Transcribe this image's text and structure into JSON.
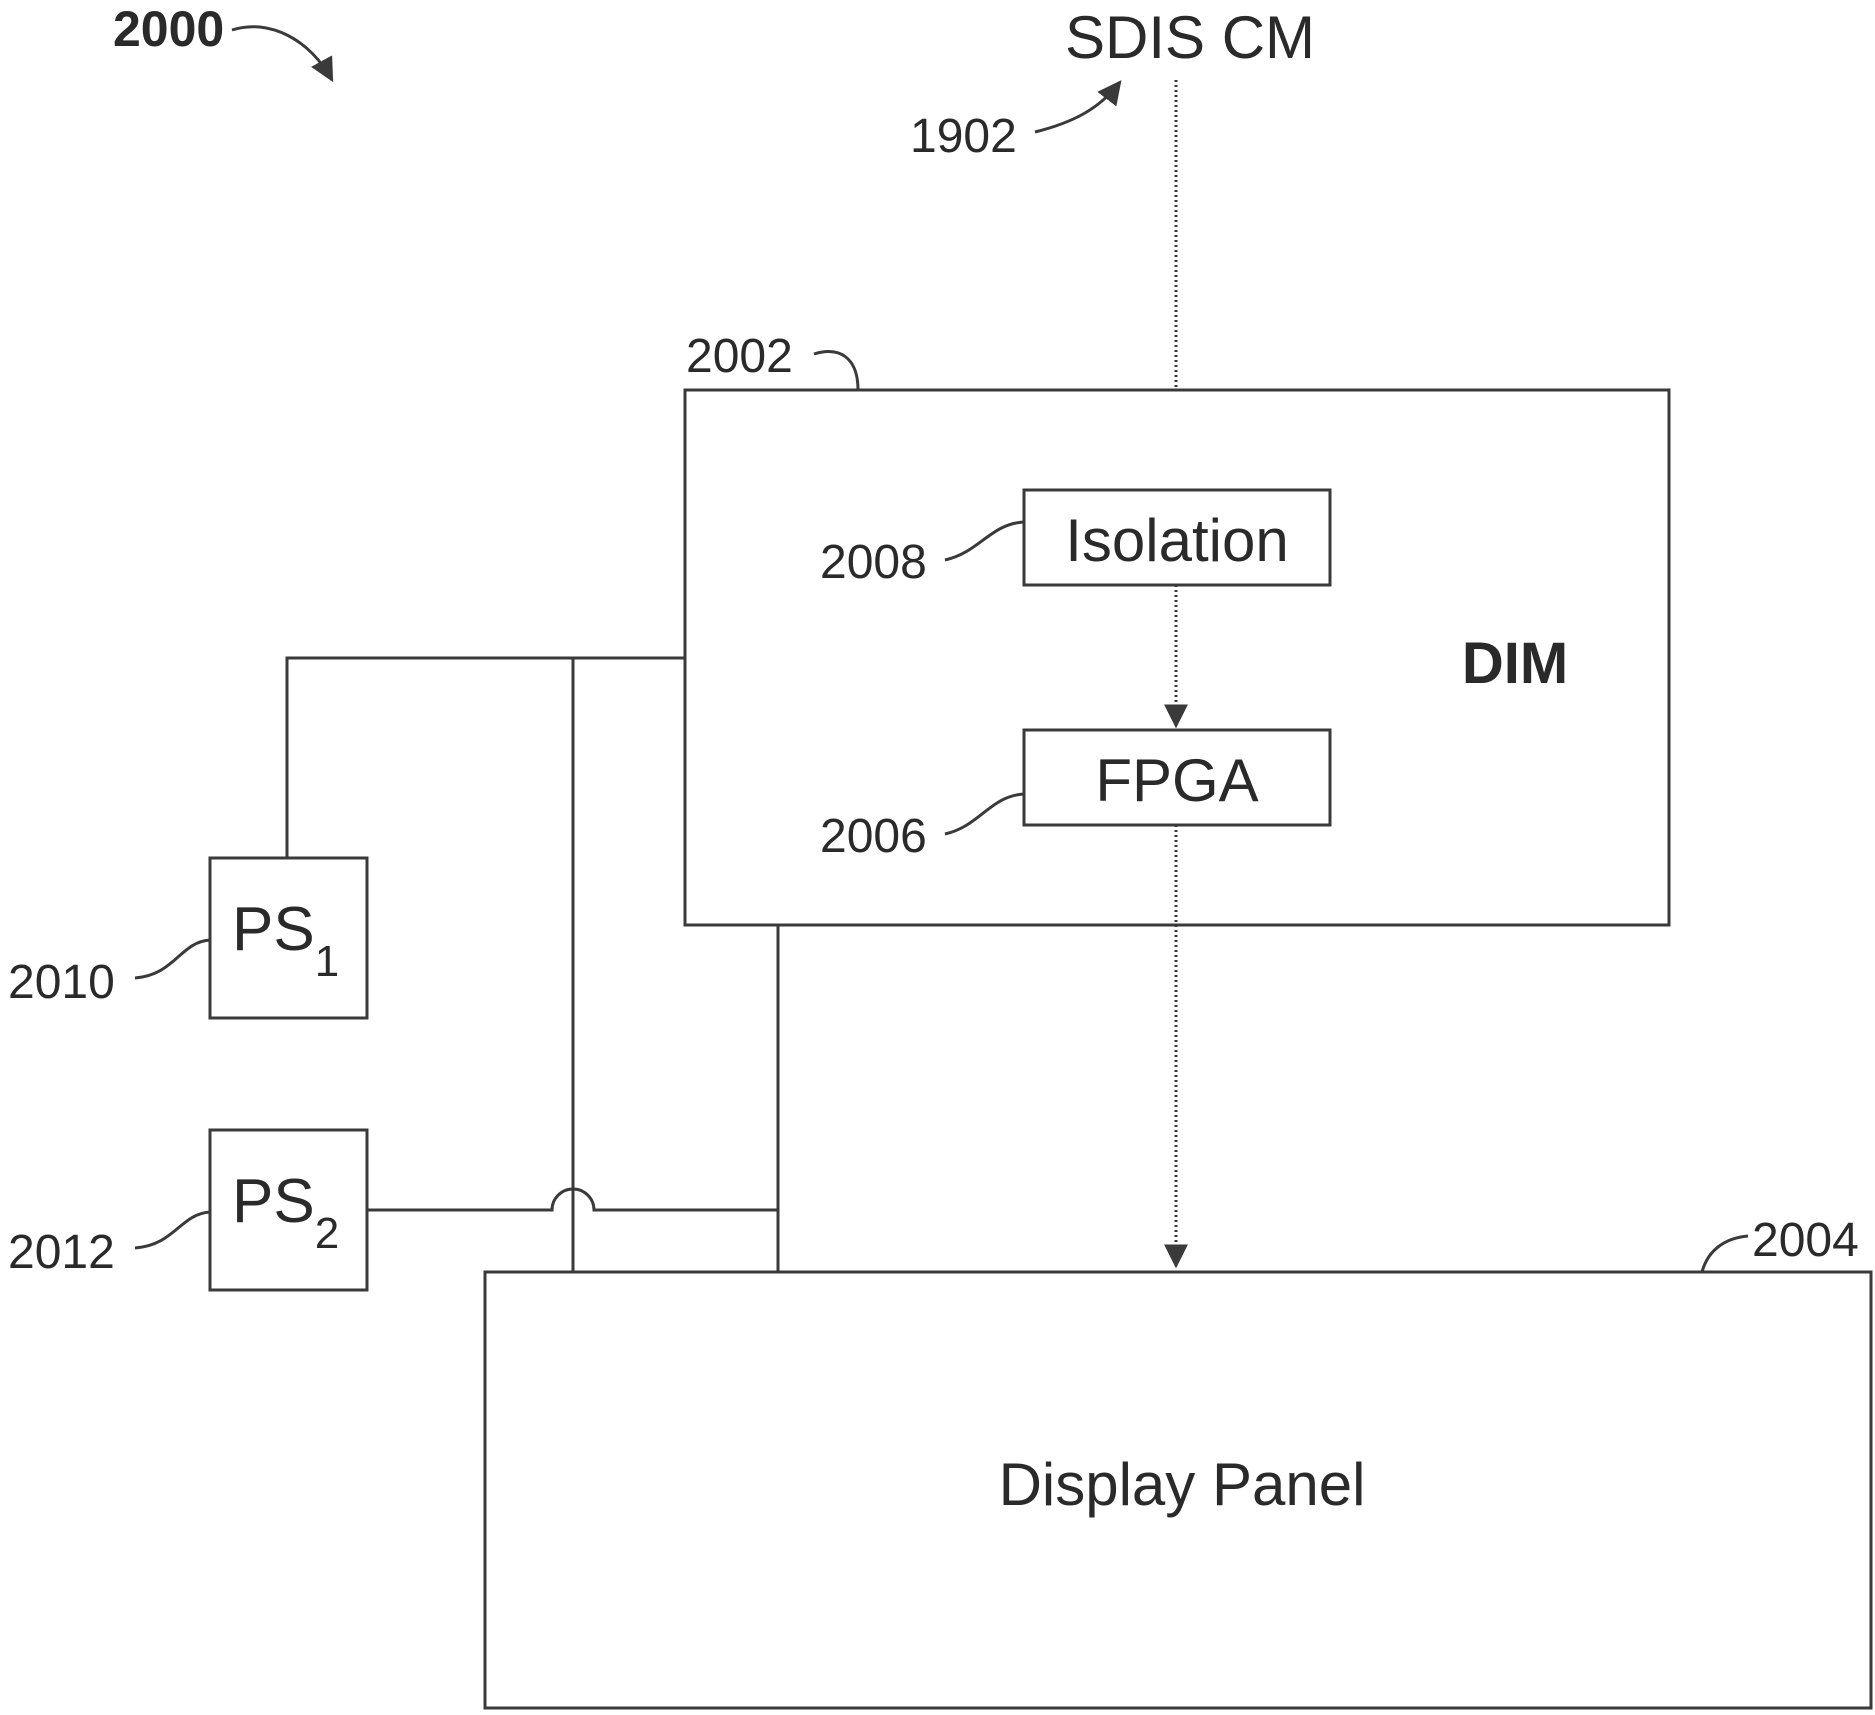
{
  "figure": {
    "ref_main": "2000",
    "input": {
      "label": "SDIS CM",
      "ref": "1902"
    },
    "dim": {
      "label": "DIM",
      "ref": "2002"
    },
    "isolation": {
      "label": "Isolation",
      "ref": "2008"
    },
    "fpga": {
      "label": "FPGA",
      "ref": "2006"
    },
    "ps1": {
      "label": "PS",
      "subscript": "1",
      "ref": "2010"
    },
    "ps2": {
      "label": "PS",
      "subscript": "2",
      "ref": "2012"
    },
    "display_panel": {
      "label": "Display Panel",
      "ref": "2004"
    }
  },
  "colors": {
    "line": "#3a3a3a",
    "text": "#2a2a2a",
    "background": "#ffffff"
  }
}
